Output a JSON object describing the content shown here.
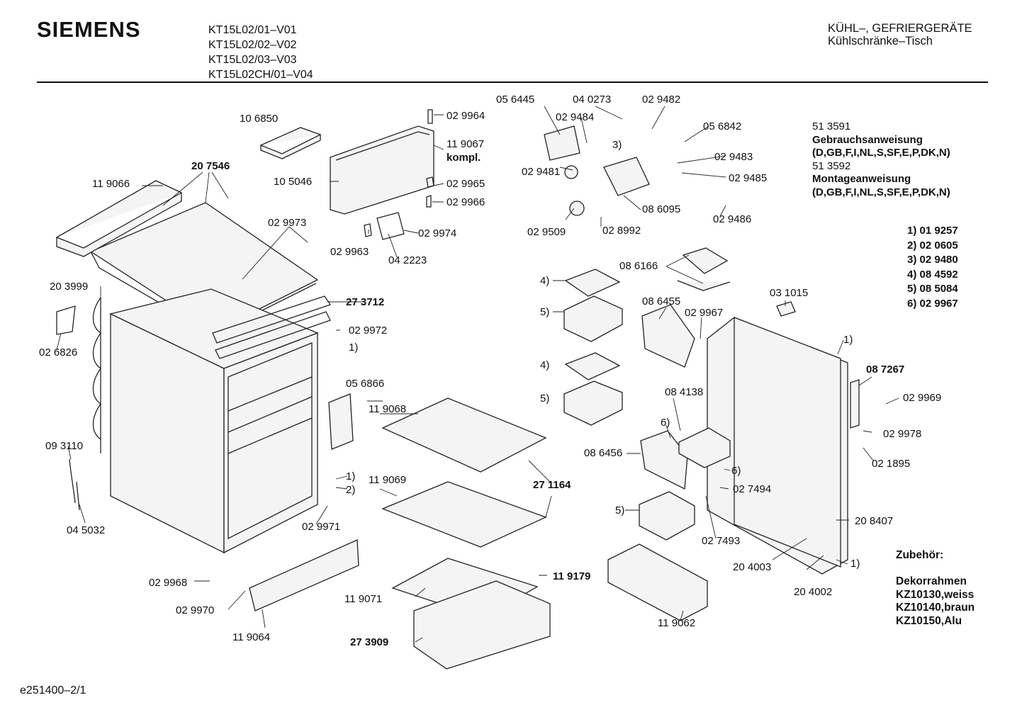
{
  "header": {
    "brand": "SIEMENS",
    "models": [
      "KT15L02/01–V01",
      "KT15L02/02–V02",
      "KT15L02/03–V03",
      "KT15L02CH/01–V04"
    ],
    "category": [
      "KÜHL–, GEFRIERGERÄTE",
      "Kühlschränke–Tisch"
    ]
  },
  "docs": [
    "51 3591",
    "Gebrauchsanweisung",
    "(D,GB,F,I,NL,S,SF,E,P,DK,N)",
    "51 3592",
    "Montageanweisung",
    "(D,GB,F,I,NL,S,SF,E,P,DK,N)"
  ],
  "notes": [
    "1) 01 9257",
    "2) 02 0605",
    "3) 02 9480",
    "4) 08 4592",
    "5) 08 5084",
    "6) 02 9967"
  ],
  "accessories": [
    "Zubehör:",
    "",
    "Dekorrahmen",
    "KZ10130,weiss",
    "KZ10140,braun",
    "KZ10150,Alu"
  ],
  "footer": "e251400–2/1",
  "part_labels": [
    "10 6850",
    "02 9964",
    "11 9067",
    "kompl.",
    "10 5046",
    "02 9965",
    "02 9966",
    "02 9963",
    "04 2223",
    "02 9974",
    "20 7546",
    "11 9066",
    "02 9973",
    "20 3999",
    "27 3712",
    "02 9972",
    "1)",
    "02 6826",
    "05 6445",
    "04 0273",
    "02 9482",
    "02 9484",
    "05 6842",
    "3)",
    "02 9483",
    "02 9485",
    "02 9481",
    "08 6095",
    "02 9486",
    "02 9509",
    "02 8992",
    "4)",
    "5)",
    "08 6166",
    "08 6455",
    "02 9967",
    "03 1015",
    "1)",
    "08 7267",
    "4)",
    "5)",
    "02 9969",
    "08 4138",
    "02 9978",
    "6)",
    "08 6456",
    "02 1895",
    "6)",
    "05 6866",
    "11 9068",
    "09 3110",
    "1)",
    "2)",
    "11 9069",
    "27 1164",
    "04 5032",
    "02 9971",
    "5)",
    "02 7494",
    "20 8407",
    "02 7493",
    "20 4003",
    "1)",
    "20 4002",
    "02 9968",
    "02 9970",
    "11 9064",
    "11 9071",
    "11 9179",
    "27 3909",
    "11 9062"
  ]
}
